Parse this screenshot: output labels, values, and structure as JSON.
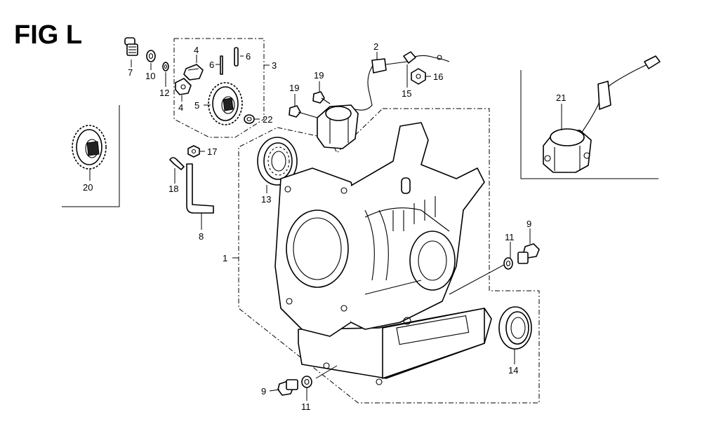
{
  "figure": {
    "title": "FIG L"
  },
  "callouts": {
    "c1": "1",
    "c2": "2",
    "c3": "3",
    "c4a": "4",
    "c4b": "4",
    "c5": "5",
    "c6a": "6",
    "c6b": "6",
    "c7": "7",
    "c8": "8",
    "c9a": "9",
    "c9b": "9",
    "c10": "10",
    "c11a": "11",
    "c11b": "11",
    "c12": "12",
    "c13": "13",
    "c14": "14",
    "c15": "15",
    "c16": "16",
    "c17": "17",
    "c18": "18",
    "c19a": "19",
    "c19b": "19",
    "c20": "20",
    "c21": "21",
    "c22": "22"
  }
}
